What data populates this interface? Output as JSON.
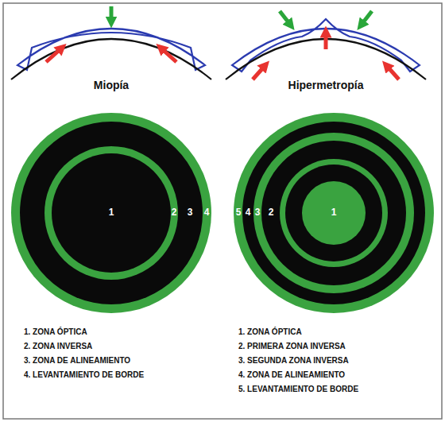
{
  "diagram": {
    "labels": [
      "Miopía",
      "Hipermetropía",
      "1",
      "2",
      "3",
      "4",
      "5",
      "4",
      "3",
      "2",
      "1",
      "1. ZONA ÓPTICA",
      "2. ZONA INVERSA",
      "3. ZONA DE ALINEAMIENTO",
      "4. LEVANTAMIENTO DE BORDE",
      "1. ZONA ÓPTICA",
      "2. PRIMERA ZONA INVERSA",
      "3. SEGUNDA ZONA INVERSA",
      "4. ZONA DE ALINEAMIENTO",
      "5. LEVANTAMIENTO DE BORDE"
    ]
  }
}
